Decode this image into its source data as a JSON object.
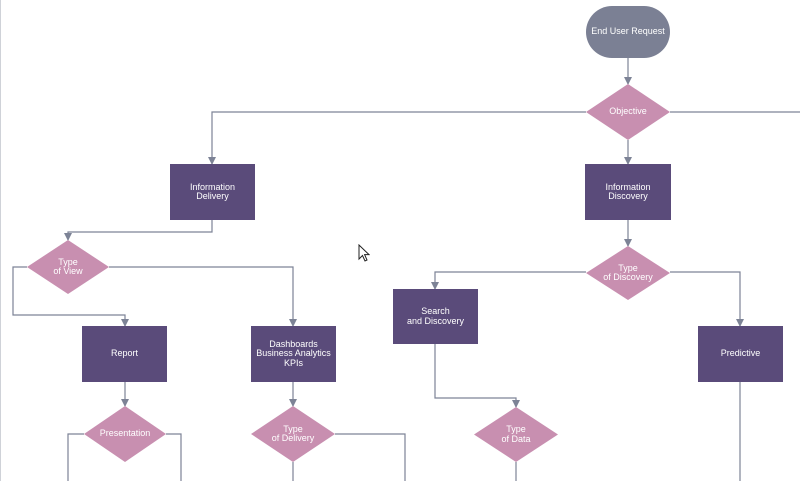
{
  "colors": {
    "terminal": "#7b8094",
    "process": "#5a4b7a",
    "decision": "#c88fb0",
    "connector": "#7d8396"
  },
  "nodes": {
    "end_user_request": "End User Request",
    "objective": "Objective",
    "information_delivery": "Information\nDelivery",
    "information_discovery": "Information\nDiscovery",
    "type_of_view": "Type\nof View",
    "type_of_discovery": "Type\nof Discovery",
    "report": "Report",
    "dashboards": "Dashboards\nBusiness Analytics\nKPIs",
    "search_and_discovery": "Search\nand Discovery",
    "predictive": "Predictive",
    "presentation": "Presentation",
    "type_of_delivery": "Type\nof Delivery",
    "type_of_data": "Type\nof Data"
  },
  "icons": {
    "cursor": "mouse-pointer-icon"
  }
}
